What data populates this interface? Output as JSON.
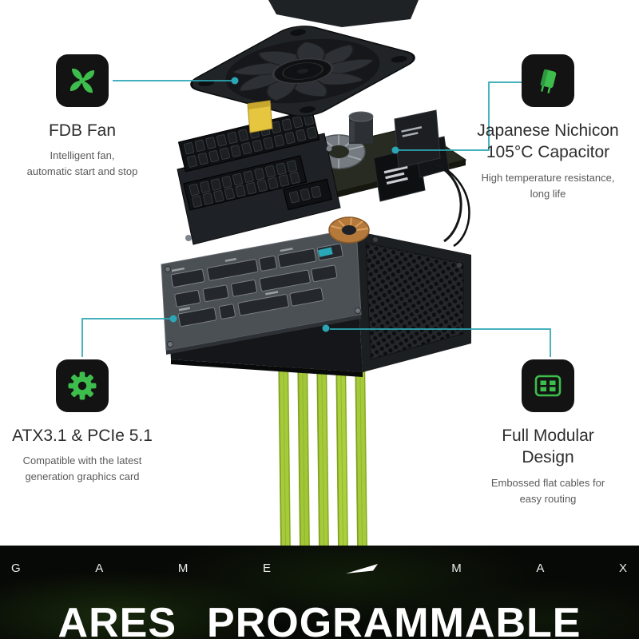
{
  "colors": {
    "accent_green": "#3dbd4c",
    "callout_teal": "#2ba6b4",
    "cable_green": "#a6cb3a",
    "icon_tile_bg": "#131313",
    "banner_bg": "#070906",
    "headline_color": "#ffffff"
  },
  "features": [
    {
      "id": "fdb-fan",
      "icon": "fan-icon",
      "title": "FDB Fan",
      "subtitle": "Intelligent fan,\nautomatic start and stop"
    },
    {
      "id": "capacitor",
      "icon": "capacitor-icon",
      "title": "Japanese Nichicon\n105°C Capacitor",
      "subtitle": "High temperature resistance,\nlong life"
    },
    {
      "id": "atx-pcie",
      "icon": "gear-icon",
      "title": "ATX3.1 & PCIe 5.1",
      "subtitle": "Compatible with the latest\ngeneration graphics card"
    },
    {
      "id": "full-modular",
      "icon": "modular-connector-icon",
      "title": "Full Modular\nDesign",
      "subtitle": "Embossed flat cables for\neasy routing"
    }
  ],
  "banner": {
    "letters": [
      "G",
      "A",
      "M",
      "E",
      "M",
      "A",
      "X"
    ],
    "headline_left": "ARES",
    "headline_right": "PROGRAMMABLE"
  }
}
